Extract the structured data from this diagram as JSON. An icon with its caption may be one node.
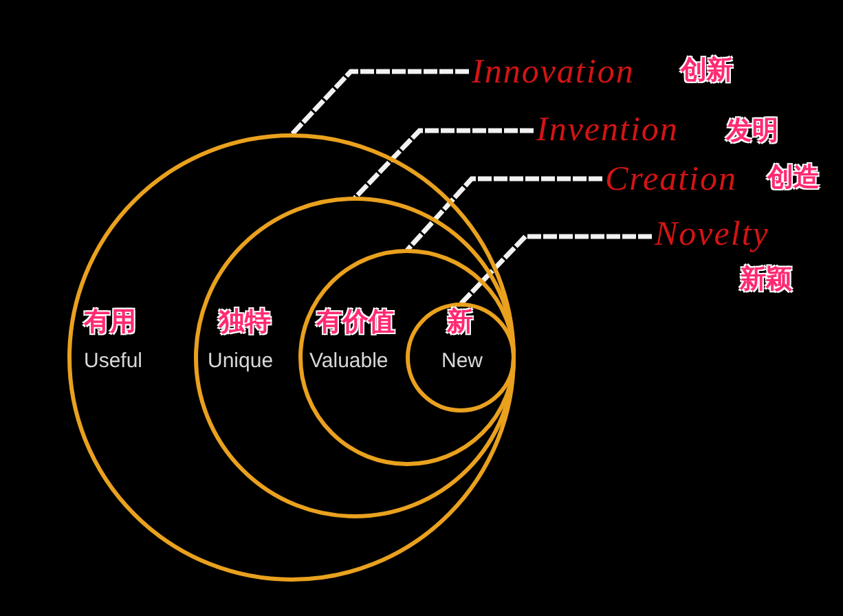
{
  "diagram": {
    "nodes": [
      {
        "text": [
          "有用",
          "Useful"
        ]
      },
      {
        "text": [
          "独特",
          "Unique"
        ],
        "in": 0
      },
      {
        "text": [
          "有价值",
          "Valuable"
        ],
        "in": 1
      },
      {
        "text": [
          "新",
          "New"
        ],
        "in": 2
      },
      {
        "text": [
          "Innovation",
          "创新"
        ]
      },
      {
        "text": [
          "Invention",
          "发明"
        ]
      },
      {
        "text": [
          "Creation",
          "创造"
        ]
      },
      {
        "text": [
          "Novelty",
          "新颖"
        ]
      }
    ],
    "edges": [
      {
        "from": 4,
        "to": 0,
        "arrow": "none"
      },
      {
        "from": 5,
        "to": 1,
        "arrow": "none"
      },
      {
        "from": 6,
        "to": 2,
        "arrow": "none"
      },
      {
        "from": 7,
        "to": 3,
        "arrow": "none"
      }
    ]
  }
}
